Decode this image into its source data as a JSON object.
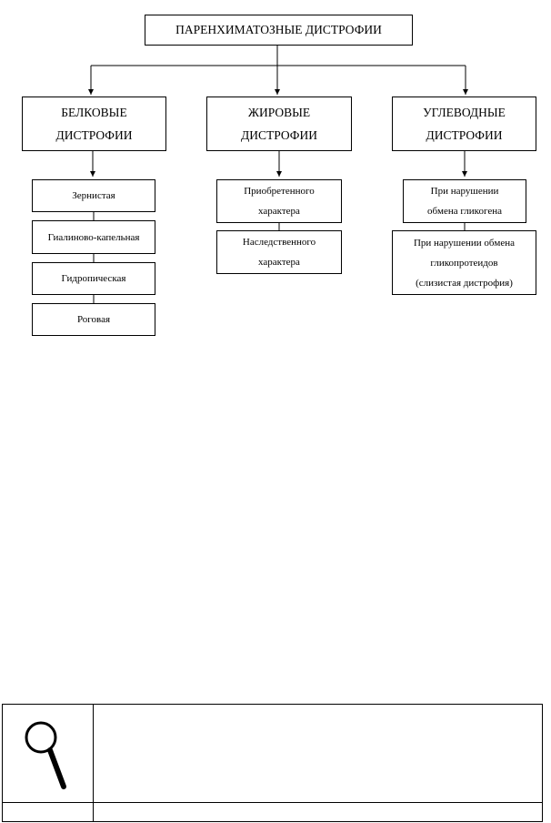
{
  "root": {
    "label": "ПАРЕНХИМАТОЗНЫЕ ДИСТРОФИИ"
  },
  "categories": [
    {
      "line1": "БЕЛКОВЫЕ",
      "line2": "ДИСТРОФИИ",
      "items": [
        "Зернистая",
        "Гиалиново-капельная",
        "Гидропическая",
        "Роговая"
      ]
    },
    {
      "line1": "ЖИРОВЫЕ",
      "line2": "ДИСТРОФИИ",
      "items": [
        [
          "Приобретенного",
          "характера"
        ],
        [
          "Наследственного",
          "характера"
        ]
      ]
    },
    {
      "line1": "УГЛЕВОДНЫЕ",
      "line2": "ДИСТРОФИИ",
      "items": [
        [
          "При нарушении",
          "обмена гликогена"
        ],
        [
          "При нарушении обмена",
          "гликопротеидов",
          "(слизистая дистрофия)"
        ]
      ]
    }
  ],
  "legend": {
    "icon": "magnifier-icon"
  }
}
